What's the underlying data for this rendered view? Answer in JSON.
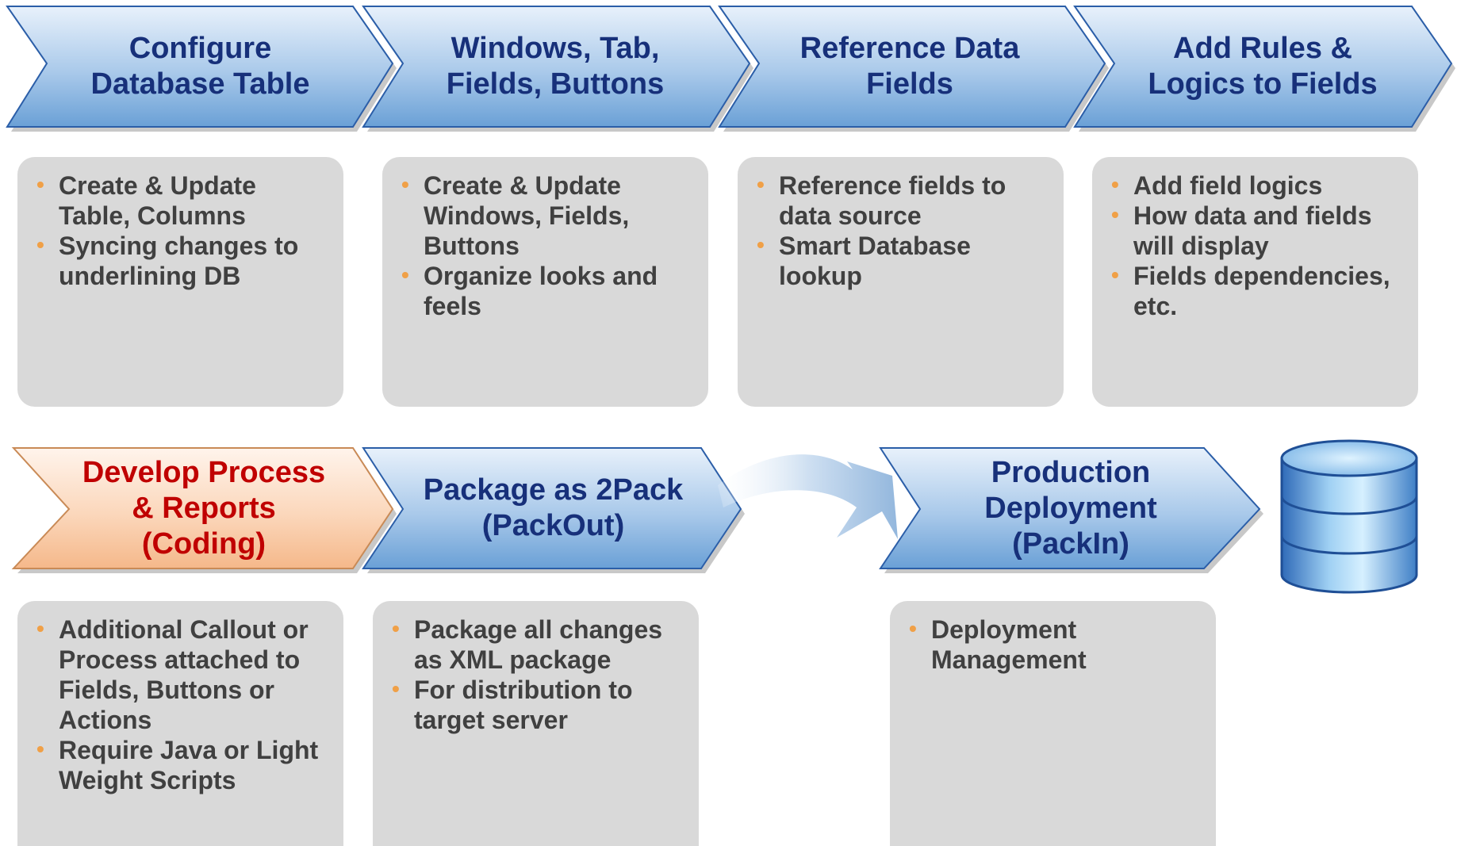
{
  "colors": {
    "chevron_blue_top": "#e6f0fb",
    "chevron_blue_bottom": "#6aa0d6",
    "chevron_orange_top": "#fff3ea",
    "chevron_orange_bottom": "#f6bb8e",
    "title_blue": "#17307a",
    "title_red": "#c00000",
    "box_gray": "#d9d9d9",
    "bullet_orange": "#f0a047",
    "body_text": "#404040"
  },
  "row1": [
    {
      "title": "Configure\nDatabase Table",
      "bullets": [
        "Create & Update Table, Columns",
        "Syncing changes to underlining DB"
      ]
    },
    {
      "title": "Windows, Tab,\nFields,  Buttons",
      "bullets": [
        "Create & Update Windows, Fields, Buttons",
        "Organize looks and feels"
      ]
    },
    {
      "title": "Reference Data\nFields",
      "bullets": [
        "Reference fields to data source",
        "Smart Database lookup"
      ]
    },
    {
      "title": "Add Rules &\nLogics to Fields",
      "bullets": [
        "Add field logics",
        "How data and fields will display",
        "Fields dependencies, etc."
      ]
    }
  ],
  "row2": [
    {
      "title": "Develop Process\n& Reports\n(Coding)",
      "bullets": [
        "Additional Callout or Process attached to Fields, Buttons or Actions",
        "Require Java or Light Weight Scripts"
      ]
    },
    {
      "title": "Package as 2Pack\n(PackOut)",
      "bullets": [
        "Package all changes as XML package",
        "For distribution to target server"
      ]
    },
    {
      "title": "Production\nDeployment\n(PackIn)",
      "bullets": [
        "Deployment Management"
      ]
    }
  ],
  "icons": {
    "arrow": "curved-arrow-icon",
    "database": "database-icon"
  }
}
